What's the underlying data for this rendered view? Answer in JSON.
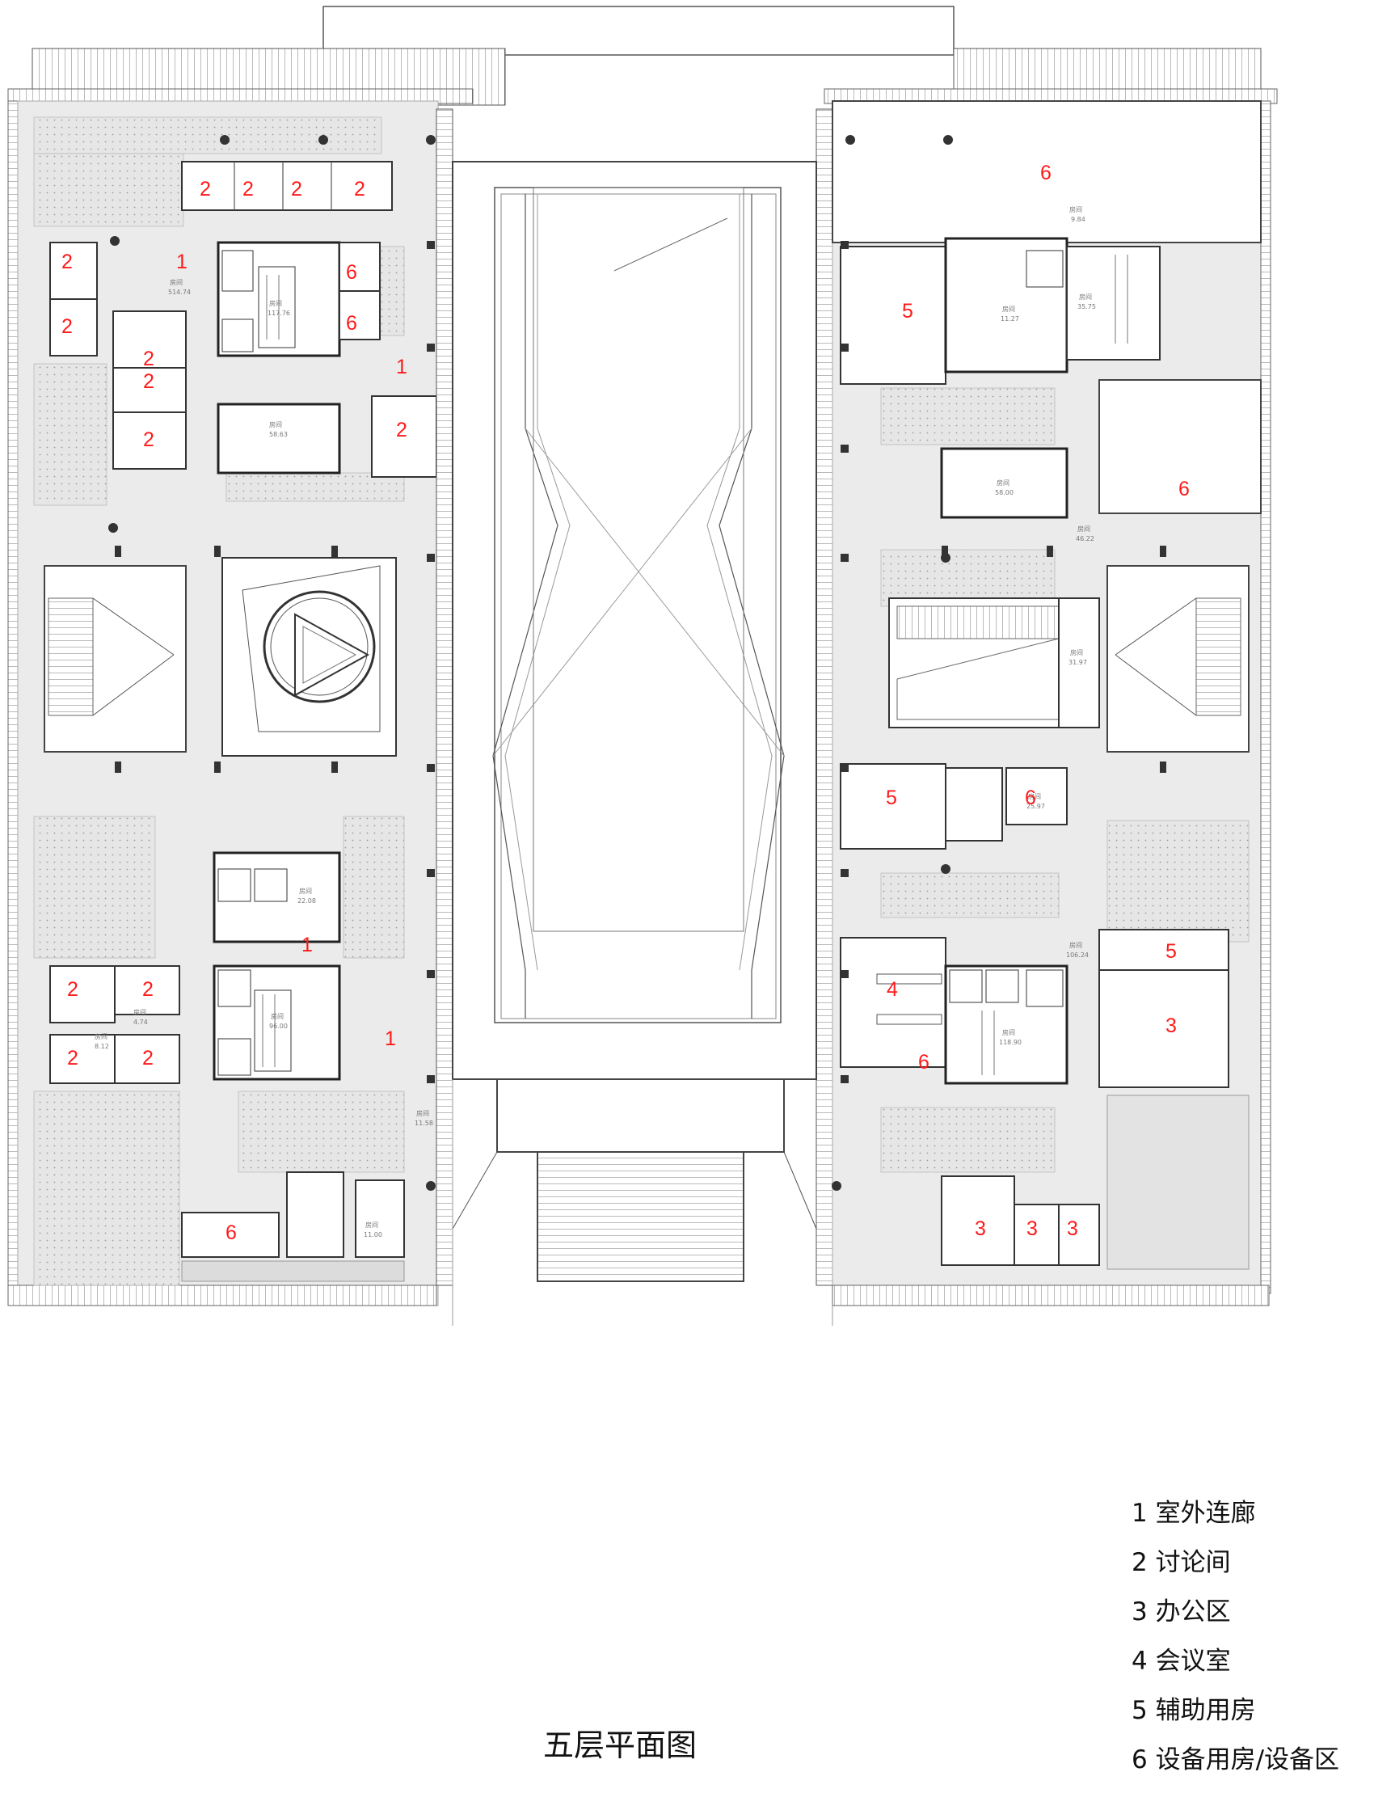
{
  "title": "五层平面图",
  "legend": [
    "1 室外连廊",
    "2 讨论间",
    "3 办公区",
    "4 会议室",
    "5 辅助用房",
    "6 设备用房/设备区"
  ],
  "room_numbers": [
    {
      "id": "w-1a",
      "text": "1"
    },
    {
      "id": "w-2-r1",
      "text": "2"
    },
    {
      "id": "w-2-r2",
      "text": "2"
    },
    {
      "id": "w-2-r3",
      "text": "2"
    },
    {
      "id": "w-2-r4",
      "text": "2"
    },
    {
      "id": "w-2-l1",
      "text": "2"
    },
    {
      "id": "w-2-l2",
      "text": "2"
    },
    {
      "id": "w-2-c1",
      "text": "2"
    },
    {
      "id": "w-2-c2",
      "text": "2"
    },
    {
      "id": "w-2-c3",
      "text": "2"
    },
    {
      "id": "w-6-a",
      "text": "6"
    },
    {
      "id": "w-6-b",
      "text": "6"
    },
    {
      "id": "w-1b",
      "text": "1"
    },
    {
      "id": "w-2-e",
      "text": "2"
    },
    {
      "id": "w-1c",
      "text": "1"
    },
    {
      "id": "w-1d",
      "text": "1"
    },
    {
      "id": "w-2-s1",
      "text": "2"
    },
    {
      "id": "w-2-s2",
      "text": "2"
    },
    {
      "id": "w-2-s3",
      "text": "2"
    },
    {
      "id": "w-2-s4",
      "text": "2"
    },
    {
      "id": "w-6-c",
      "text": "6"
    },
    {
      "id": "e-6-a",
      "text": "6"
    },
    {
      "id": "e-5-a",
      "text": "5"
    },
    {
      "id": "e-6-b",
      "text": "6"
    },
    {
      "id": "e-5-b",
      "text": "5"
    },
    {
      "id": "e-6-c",
      "text": "6"
    },
    {
      "id": "e-5-c",
      "text": "5"
    },
    {
      "id": "e-4",
      "text": "4"
    },
    {
      "id": "e-6-d",
      "text": "6"
    },
    {
      "id": "e-3-a",
      "text": "3"
    },
    {
      "id": "e-3-b",
      "text": "3"
    },
    {
      "id": "e-3-c",
      "text": "3"
    },
    {
      "id": "e-3-d",
      "text": "3"
    }
  ],
  "room_tags": [
    {
      "id": "t1",
      "text": "房间"
    },
    {
      "id": "t1v",
      "text": "514.74"
    },
    {
      "id": "t2",
      "text": "房间"
    },
    {
      "id": "t2v",
      "text": "117.76"
    },
    {
      "id": "t3",
      "text": "房间"
    },
    {
      "id": "t3v",
      "text": "58.63"
    },
    {
      "id": "t4",
      "text": "房间"
    },
    {
      "id": "t4v",
      "text": "22.08"
    },
    {
      "id": "t5",
      "text": "房间"
    },
    {
      "id": "t5v",
      "text": "96.00"
    },
    {
      "id": "t6",
      "text": "房间"
    },
    {
      "id": "t6v",
      "text": "4.74"
    },
    {
      "id": "t7",
      "text": "房间"
    },
    {
      "id": "t7v",
      "text": "8.12"
    },
    {
      "id": "t8",
      "text": "房间"
    },
    {
      "id": "t8v",
      "text": "11.58"
    },
    {
      "id": "t9",
      "text": "房间"
    },
    {
      "id": "t9v",
      "text": "11.00"
    },
    {
      "id": "t10",
      "text": "房间"
    },
    {
      "id": "t10v",
      "text": "9.84"
    },
    {
      "id": "t11",
      "text": "房间"
    },
    {
      "id": "t11v",
      "text": "11.27"
    },
    {
      "id": "t12",
      "text": "房间"
    },
    {
      "id": "t12v",
      "text": "35.75"
    },
    {
      "id": "t13",
      "text": "房间"
    },
    {
      "id": "t13v",
      "text": "58.00"
    },
    {
      "id": "t14",
      "text": "房间"
    },
    {
      "id": "t14v",
      "text": "46.22"
    },
    {
      "id": "t15",
      "text": "房间"
    },
    {
      "id": "t15v",
      "text": "31.97"
    },
    {
      "id": "t16",
      "text": "房间"
    },
    {
      "id": "t16v",
      "text": "25.97"
    },
    {
      "id": "t17",
      "text": "房间"
    },
    {
      "id": "t17v",
      "text": "106.24"
    },
    {
      "id": "t18",
      "text": "房间"
    },
    {
      "id": "t18v",
      "text": "118.90"
    }
  ]
}
